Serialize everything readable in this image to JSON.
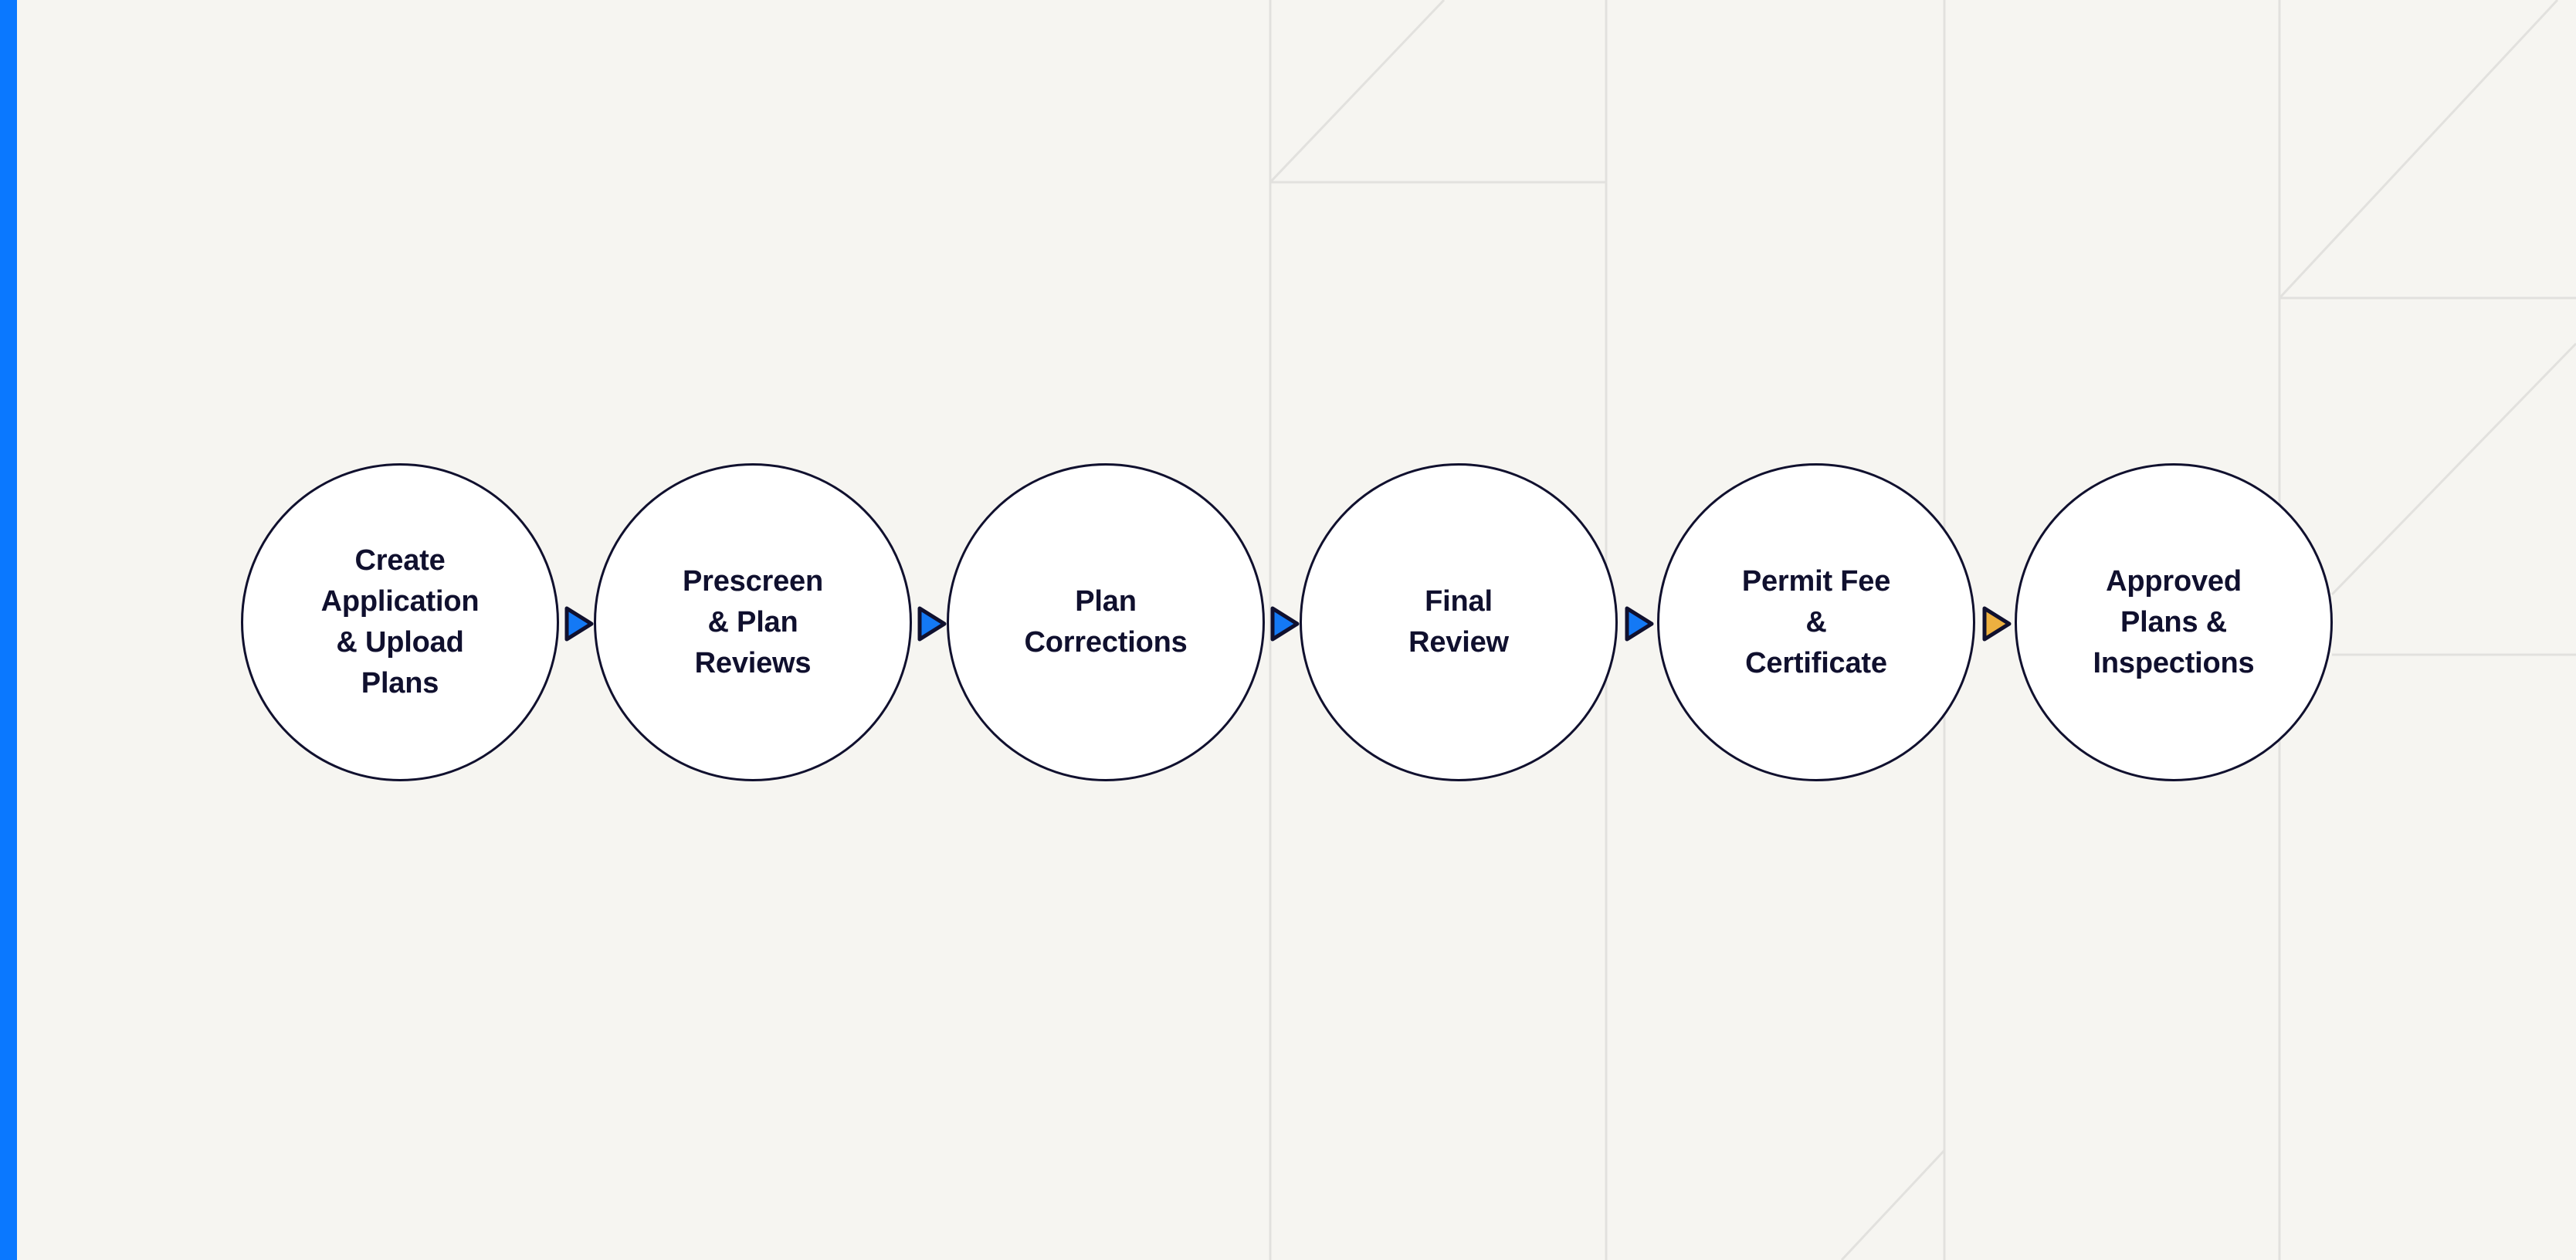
{
  "theme": {
    "background": "#F6F5F1",
    "accent_bar": "#0A78FF",
    "grid_line": "#E2E1DE",
    "circle_fill": "#FFFFFF",
    "circle_stroke": "#10102E",
    "text": "#10102E",
    "arrow_blue": "#1479F5",
    "arrow_orange": "#EDB040"
  },
  "process": {
    "steps": [
      {
        "label": "Create\nApplication\n& Upload\nPlans"
      },
      {
        "label": "Prescreen\n& Plan\nReviews"
      },
      {
        "label": "Plan\nCorrections"
      },
      {
        "label": "Final\nReview"
      },
      {
        "label": "Permit Fee\n&\nCertificate"
      },
      {
        "label": "Approved\nPlans &\nInspections"
      }
    ],
    "connectors": [
      {
        "from": 0,
        "to": 1,
        "color": "blue"
      },
      {
        "from": 1,
        "to": 2,
        "color": "blue"
      },
      {
        "from": 2,
        "to": 3,
        "color": "blue"
      },
      {
        "from": 3,
        "to": 4,
        "color": "blue"
      },
      {
        "from": 4,
        "to": 5,
        "color": "orange"
      }
    ]
  }
}
